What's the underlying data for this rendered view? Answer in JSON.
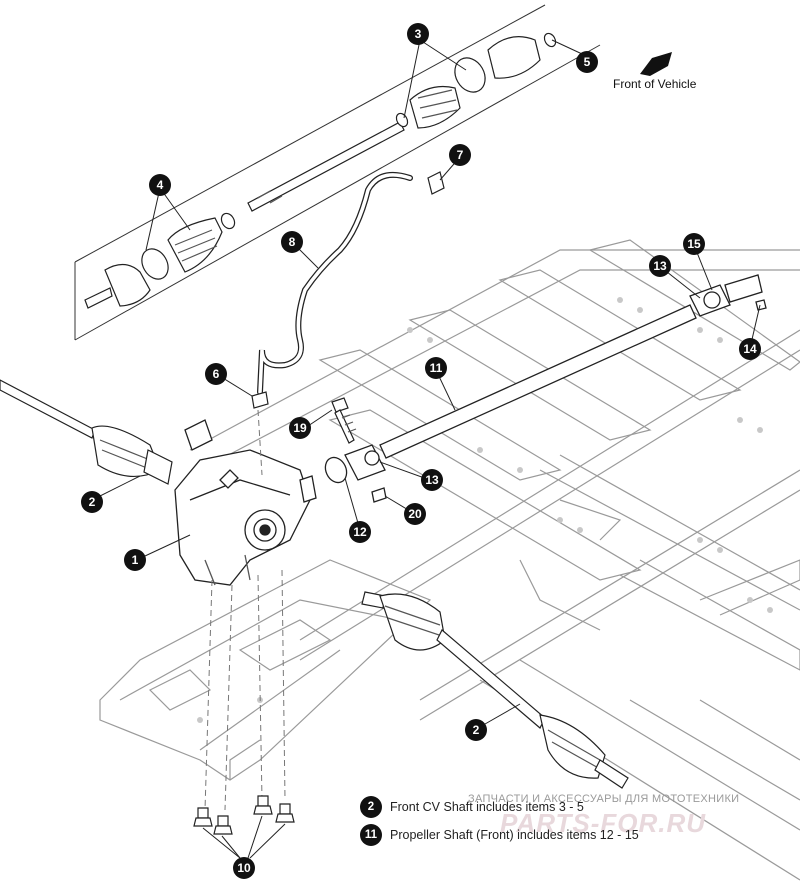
{
  "orientation": {
    "label": "Front of Vehicle",
    "arrow_icon": "arrow-left-icon"
  },
  "callouts": [
    "1",
    "2",
    "2",
    "3",
    "4",
    "5",
    "6",
    "7",
    "8",
    "10",
    "11",
    "12",
    "13",
    "13",
    "14",
    "15",
    "19",
    "20"
  ],
  "legend": [
    {
      "number": "2",
      "text": "Front CV Shaft includes items 3 - 5"
    },
    {
      "number": "11",
      "text": "Propeller Shaft (Front) includes items 12 - 15"
    }
  ],
  "watermark": {
    "tagline": "ЗАПЧАСТИ И АКСЕССУАРЫ ДЛЯ МОТОТЕХНИКИ",
    "logo": "PARTS-FOR.RU"
  },
  "colors": {
    "line": "#222222",
    "frame": "#9a9a9a",
    "callout": "#111111"
  }
}
